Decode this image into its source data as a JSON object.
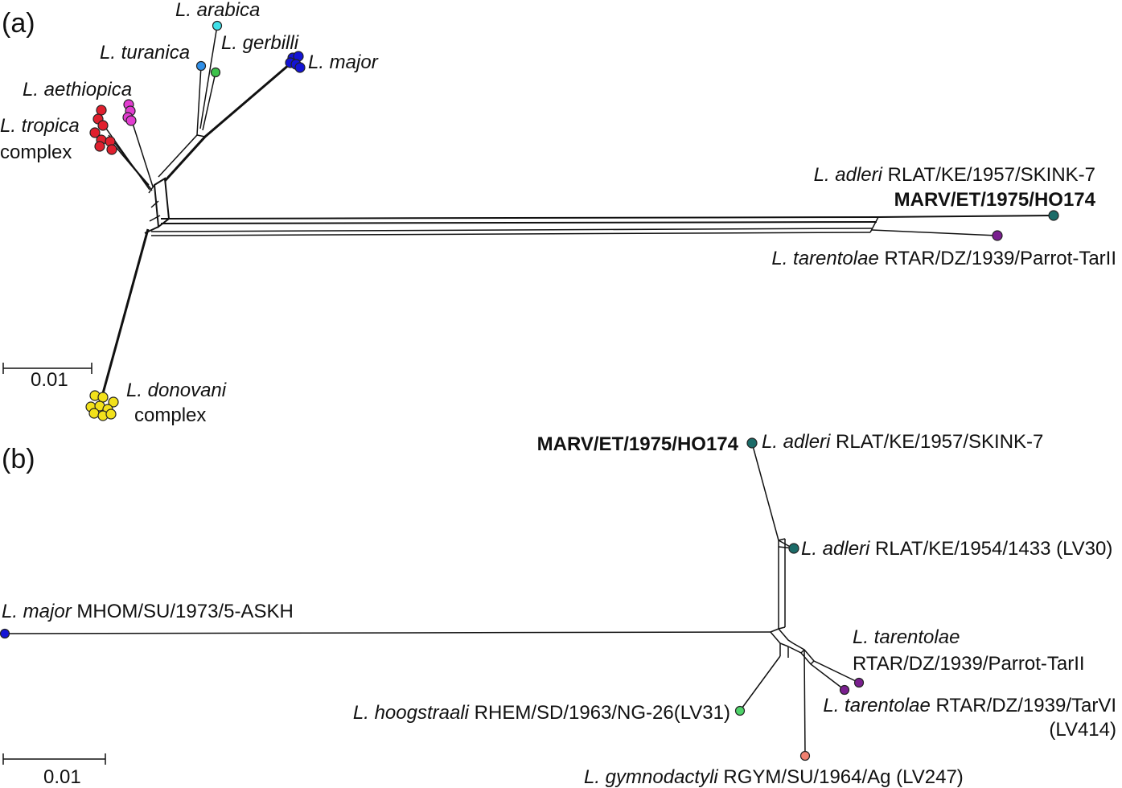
{
  "panels": {
    "a": {
      "label": "(a)",
      "scale_label": "0.01"
    },
    "b": {
      "label": "(b)",
      "scale_label": "0.01"
    }
  },
  "taxa_a": {
    "arabica": "L. arabica",
    "turanica": "L. turanica",
    "gerbilli": "L. gerbilli",
    "major": "L. major",
    "aethiopica": "L. aethiopica",
    "tropica_1": "L. tropica",
    "tropica_2": "complex",
    "adleri_sp": "L. adleri",
    "adleri_strain": " RLAT/KE/1957/SKINK-7",
    "marv": "MARV/ET/1975/HO174",
    "tarentolae_sp": "L. tarentolae",
    "tarentolae_strain": " RTAR/DZ/1939/Parrot-TarII",
    "donovani_1": "L. donovani",
    "donovani_2": "complex"
  },
  "taxa_b": {
    "marv": "MARV/ET/1975/HO174",
    "adleri1_sp": "L. adleri",
    "adleri1_strain": "  RLAT/KE/1957/SKINK-7",
    "adleri2_sp": "L. adleri",
    "adleri2_strain": " RLAT/KE/1954/1433 (LV30)",
    "major_sp": "L. major",
    "major_strain": " MHOM/SU/1973/5-ASKH",
    "tar1_sp": "L. tarentolae",
    "tar1_strain": "RTAR/DZ/1939/Parrot-TarII",
    "tar2_sp": "L. tarentolae",
    "tar2_strain": " RTAR/DZ/1939/TarVI",
    "tar2_code": "(LV414)",
    "hoog_sp": "L. hoogstraali",
    "hoog_strain": " RHEM/SD/1963/NG-26(LV31)",
    "gymno_sp": "L. gymnodactyli",
    "gymno_strain": " RGYM/SU/1964/Ag (LV247)"
  },
  "colors": {
    "arabica": "#3fe0e8",
    "turanica": "#2f8fe8",
    "gerbilli": "#3cc24a",
    "major": "#1414d6",
    "aethiopica": "#e23dd0",
    "tropica": "#e0202e",
    "donovani": "#f2e11b",
    "adleri": "#1b6b68",
    "tarentolae": "#7a1f8f",
    "hoogstraali": "#4fd36a",
    "gymnodactyli": "#f08070"
  }
}
